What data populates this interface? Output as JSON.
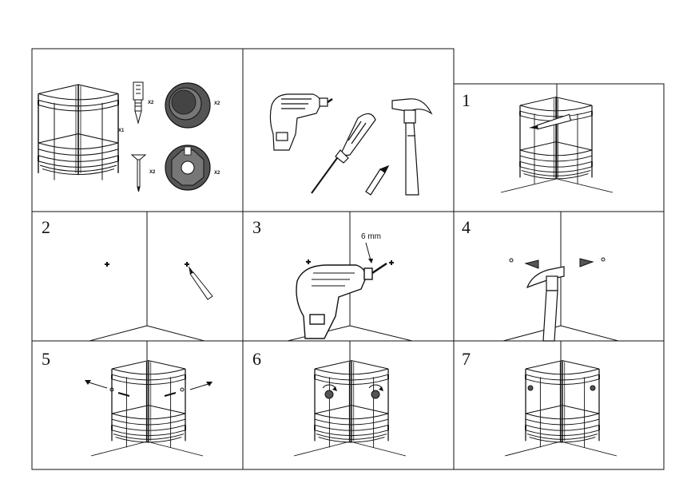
{
  "panels": [
    {
      "id": "parts",
      "number": ""
    },
    {
      "id": "tools",
      "number": ""
    },
    {
      "id": "step1",
      "number": "1"
    },
    {
      "id": "step2",
      "number": "2"
    },
    {
      "id": "step3",
      "number": "3"
    },
    {
      "id": "step4",
      "number": "4"
    },
    {
      "id": "step5",
      "number": "5"
    },
    {
      "id": "step6",
      "number": "6"
    },
    {
      "id": "step7",
      "number": "7"
    }
  ],
  "parts": {
    "shelf_qty": "X1",
    "anchor_qty": "X2",
    "cap_qty": "X2",
    "screw_qty": "X2",
    "bracket_qty": "X2"
  },
  "step3": {
    "drill_bit_label": "6 mm"
  },
  "colors": {
    "line": "#111111",
    "metal_fill": "#555555",
    "background": "#ffffff"
  },
  "icons": [
    "corner-shelf-icon",
    "wall-anchor-icon",
    "screw-icon",
    "mounting-cap-icon",
    "mounting-bracket-icon",
    "drill-icon",
    "screwdriver-icon",
    "pencil-icon",
    "hammer-icon"
  ]
}
